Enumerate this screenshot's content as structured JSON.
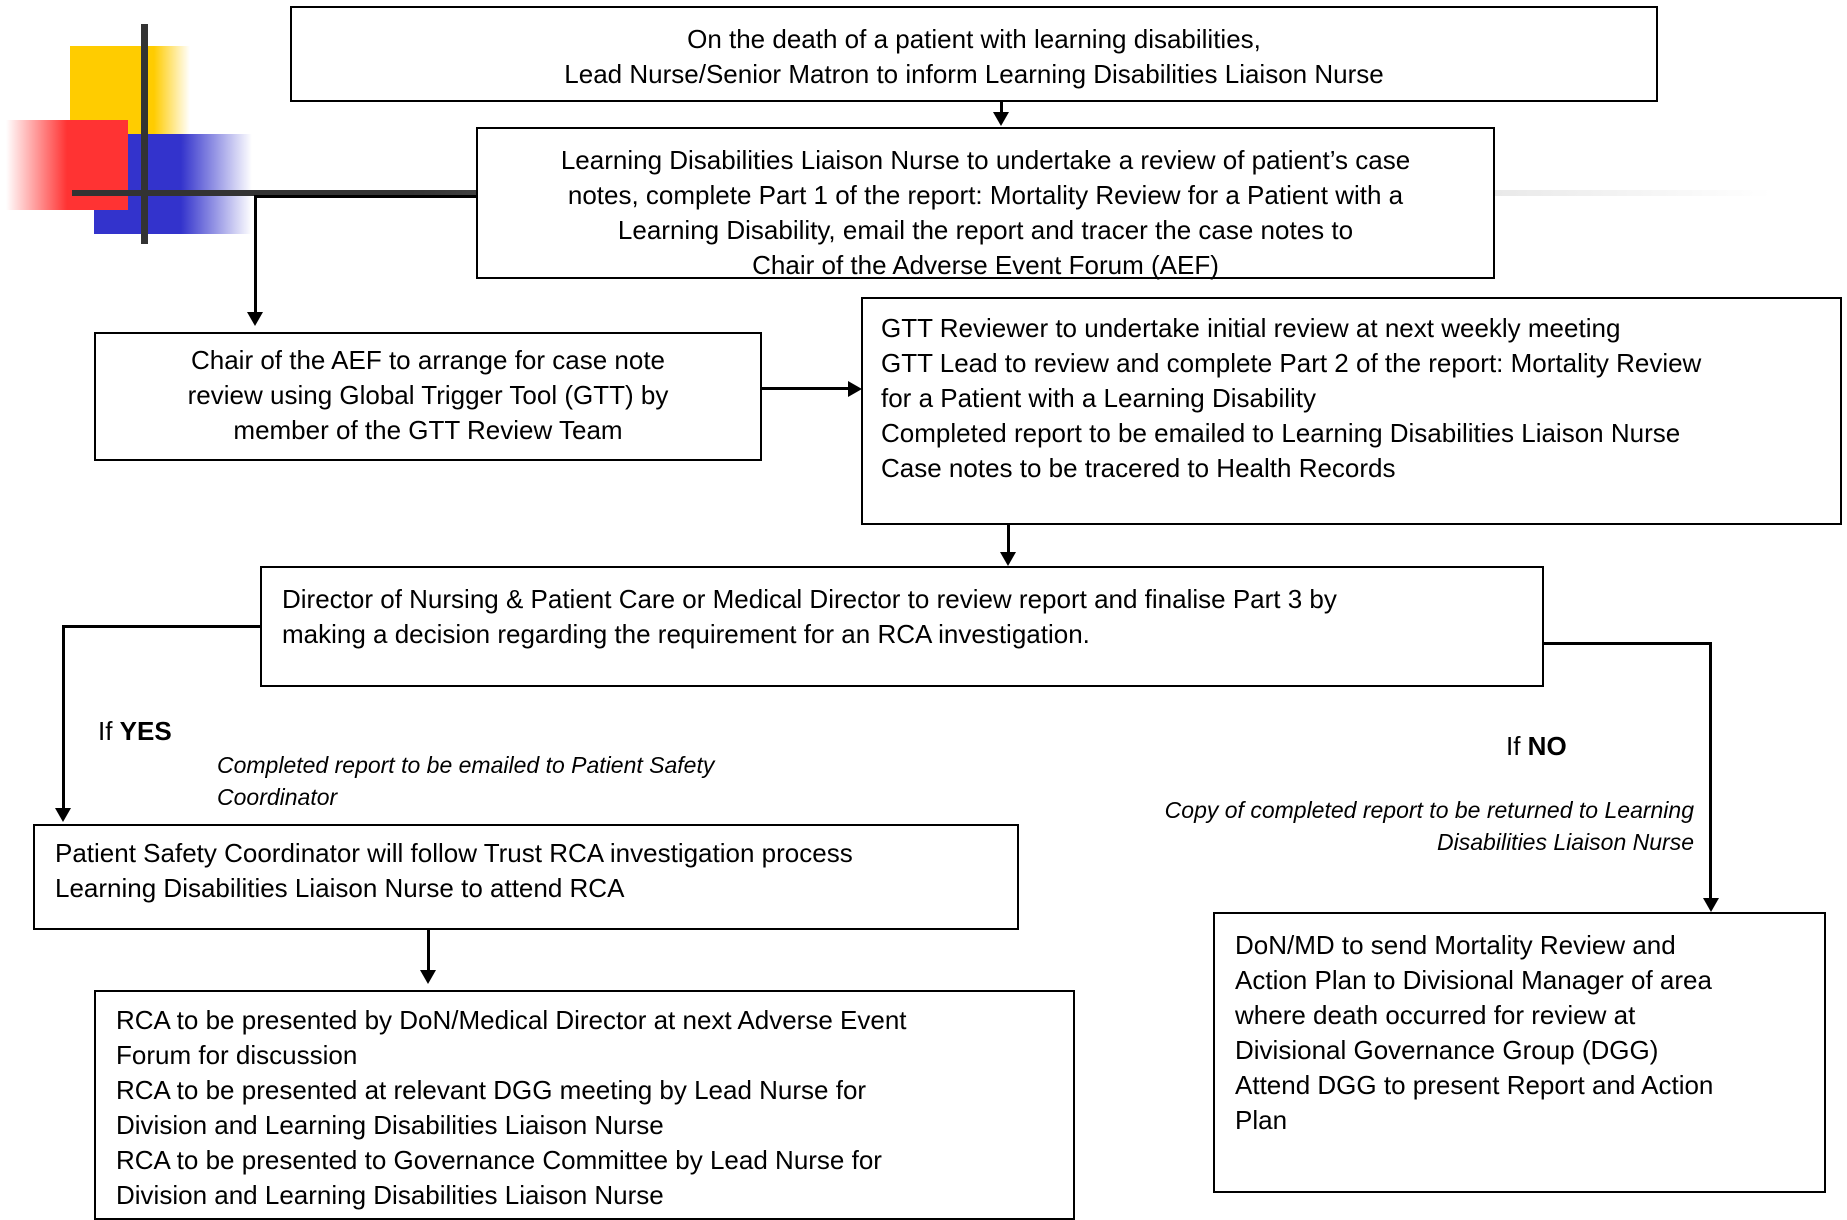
{
  "box_start": {
    "lines": [
      "On the death of a patient with learning disabilities,",
      "Lead Nurse/Senior Matron to inform Learning Disabilities Liaison Nurse"
    ]
  },
  "box_review": {
    "lines": [
      "Learning Disabilities Liaison Nurse to undertake a review of patient’s case",
      "notes, complete Part 1 of the report: Mortality Review for a Patient with a",
      "Learning Disability, email the report and tracer the case notes to",
      "Chair of the Adverse Event Forum (AEF)"
    ]
  },
  "box_aef": {
    "lines": [
      "Chair of the AEF to arrange for case note",
      "review using Global Trigger Tool (GTT) by",
      "member of the GTT Review Team"
    ]
  },
  "box_gtt": {
    "lines": [
      "GTT Reviewer to undertake initial review at next weekly meeting",
      "GTT Lead to review and complete Part 2 of the report: Mortality Review",
      "for a Patient with a Learning Disability",
      "Completed report to be emailed to Learning Disabilities Liaison Nurse",
      "Case notes to be tracered to Health Records"
    ]
  },
  "box_director": {
    "lines": [
      "Director of Nursing & Patient Care or Medical Director to review report and finalise Part 3 by",
      "making a decision regarding the requirement for an RCA investigation."
    ]
  },
  "yes_branch": {
    "prefix": "If ",
    "keyword": "YES",
    "note": [
      "Completed report to be emailed to Patient Safety",
      "Coordinator"
    ]
  },
  "no_branch": {
    "prefix": "If ",
    "keyword": "NO",
    "note": [
      "Copy of completed report to be returned to Learning",
      "Disabilities Liaison Nurse"
    ]
  },
  "box_psc": {
    "lines": [
      "Patient Safety Coordinator will follow Trust RCA investigation process",
      "Learning Disabilities Liaison Nurse to attend RCA"
    ]
  },
  "box_rca": {
    "lines": [
      "RCA to be presented by DoN/Medical Director at next Adverse Event",
      "Forum for discussion",
      "RCA to be presented at relevant DGG meeting by Lead Nurse for",
      "Division and Learning Disabilities Liaison Nurse",
      "RCA to be presented to Governance Committee by Lead Nurse for",
      "Division and Learning Disabilities Liaison Nurse"
    ]
  },
  "box_don": {
    "lines": [
      "DoN/MD to send Mortality Review and",
      "Action Plan to Divisional Manager of area",
      "where death occurred for review at",
      "Divisional Governance Group (DGG)",
      "Attend DGG to present Report and Action",
      "Plan"
    ]
  },
  "colors": {
    "deco_yellow": "#FFCC00",
    "deco_red": "#FF3333",
    "deco_blue": "#3333CC"
  }
}
